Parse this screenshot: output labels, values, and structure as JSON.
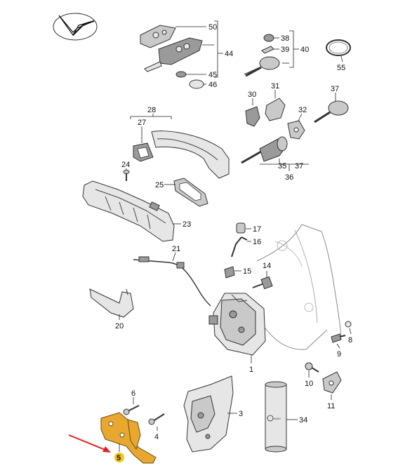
{
  "colors": {
    "highlight_part": "#e8a830",
    "highlight_badge": "#f5c518",
    "pointer_arrow": "#e02020",
    "part_fill": "#e6e6e6",
    "outline": "#333333"
  },
  "callouts": {
    "c1": "1",
    "c3": "3",
    "c4": "4",
    "c5": "5",
    "c6": "6",
    "c8": "8",
    "c9": "9",
    "c10": "10",
    "c11": "11",
    "c14": "14",
    "c15": "15",
    "c16": "16",
    "c17": "17",
    "c20": "20",
    "c21": "21",
    "c23": "23",
    "c24": "24",
    "c25": "25",
    "c27": "27",
    "c28": "28",
    "c30": "30",
    "c31": "31",
    "c32": "32",
    "c34": "34",
    "c35": "35",
    "c36": "36",
    "c37a": "37",
    "c37b": "37",
    "c38": "38",
    "c39": "39",
    "c40": "40",
    "c44": "44",
    "c45": "45",
    "c46": "46",
    "c50": "50",
    "c55": "55"
  }
}
